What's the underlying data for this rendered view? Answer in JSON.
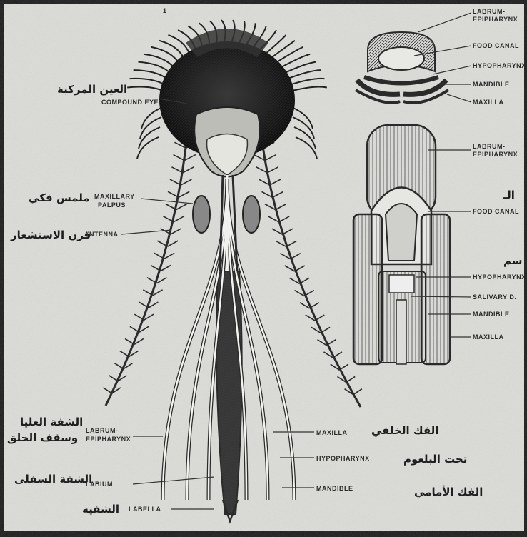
{
  "labels": {
    "compound_eye": "COMPOUND EYE",
    "maxillary_palpus_1": "MAXILLARY",
    "maxillary_palpus_2": "PALPUS",
    "antenna": "ANTENNA",
    "labrum_epipharynx_1": "LABRUM-",
    "labrum_epipharynx_2": "EPIPHARYNX",
    "labium": "LABIUM",
    "labella": "LABELLA",
    "maxilla": "MAXILLA",
    "hypopharynx": "HYPOPHARYNX",
    "mandible": "MANDIBLE"
  },
  "cross_section_top": {
    "labrum_1": "LABRUM-",
    "labrum_2": "EPIPHARYNX",
    "food_canal": "FOOD CANAL",
    "hypopharynx": "HYPOPHARYNX",
    "mandible": "MANDIBLE",
    "maxilla": "MAXILLA"
  },
  "cross_section_bottom": {
    "labrum_1": "LABRUM-",
    "labrum_2": "EPIPHARYNX",
    "food_canal": "FOOD CANAL",
    "hypopharynx": "HYPOPHARYNX",
    "salivary": "SALIVARY D.",
    "mandible": "MANDIBLE",
    "maxilla": "MAXILLA"
  },
  "arabic": {
    "compound_eye": "العين المركبة",
    "maxillary_palpus": "ملمس فكي",
    "antenna": "قرن الاستشعار",
    "labrum_1": "الشفة العليا",
    "labrum_2": "وسقف الحلق",
    "labium": "الشفة السفلى",
    "labella": "الشفيه",
    "maxilla": "الفك الخلفي",
    "hypopharynx": "تحت البلعوم",
    "mandible": "الفك الأمامي",
    "side_1": "الـ",
    "side_2": "سم"
  },
  "corner_mark": "1"
}
